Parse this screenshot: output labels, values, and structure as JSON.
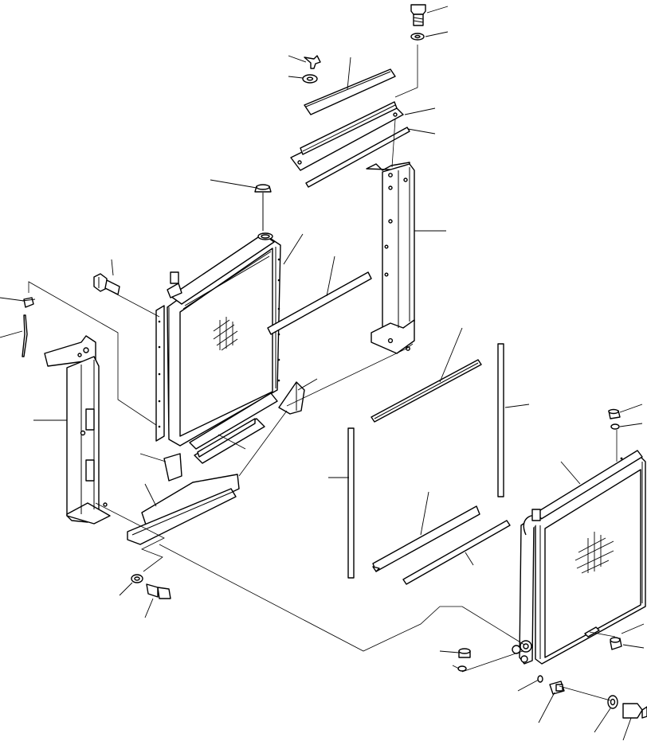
{
  "diagram": {
    "kind": "exploded parts view",
    "line_color": "#000000",
    "background_color": "#ffffff",
    "parts": [
      "upper-bolt",
      "upper-washer",
      "wing-bolt",
      "wing-washer",
      "cover-plate",
      "top-bracket",
      "seal-strip-top",
      "right-support-post",
      "radiator-cap",
      "radiator-core",
      "hex-bolt-left",
      "hose-clip",
      "hose",
      "left-support-post",
      "seal-bar-middle",
      "wedge-block-right",
      "seal-tray",
      "wedge-block-left",
      "lower-shroud-plate",
      "lower-washer",
      "lower-bolt",
      "seal-strip-diagonal",
      "rod-center",
      "rod-left",
      "channel-seal-lower",
      "channel-seal-lower-right",
      "oil-cooler",
      "cooler-plug-top",
      "cooler-oring-top",
      "cooler-plug-right",
      "cooler-plug-left",
      "cooler-oring-left",
      "cooler-fitting",
      "cooler-oring-small",
      "cooler-washer",
      "cooler-bolt"
    ]
  }
}
